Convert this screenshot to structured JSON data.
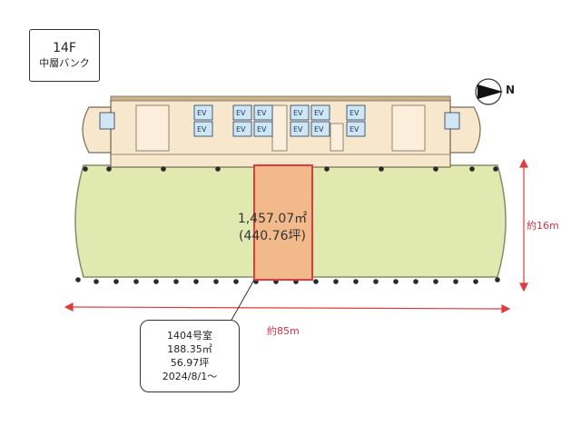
{
  "floor": {
    "number": "14F",
    "bank": "中層バンク"
  },
  "compass": {
    "label": "N",
    "icon": "north-arrow-icon"
  },
  "area": {
    "sqm": "1,457.07㎡",
    "tsubo": "(440.76坪)"
  },
  "dimensions": {
    "width": "約16m",
    "length": "約85m"
  },
  "elevator_label": "EV",
  "room": {
    "number": "1404号室",
    "sqm": "188.35㎡",
    "tsubo": "56.97坪",
    "available": "2024/8/1～"
  },
  "colors": {
    "floor_fill": "#dfe9b0",
    "core_fill": "#f7e7cc",
    "room_fill": "#f2b98a",
    "room_border": "#e23b3b",
    "dimension_line": "#e23b3b",
    "elevator_fill": "#cfe6f3"
  }
}
